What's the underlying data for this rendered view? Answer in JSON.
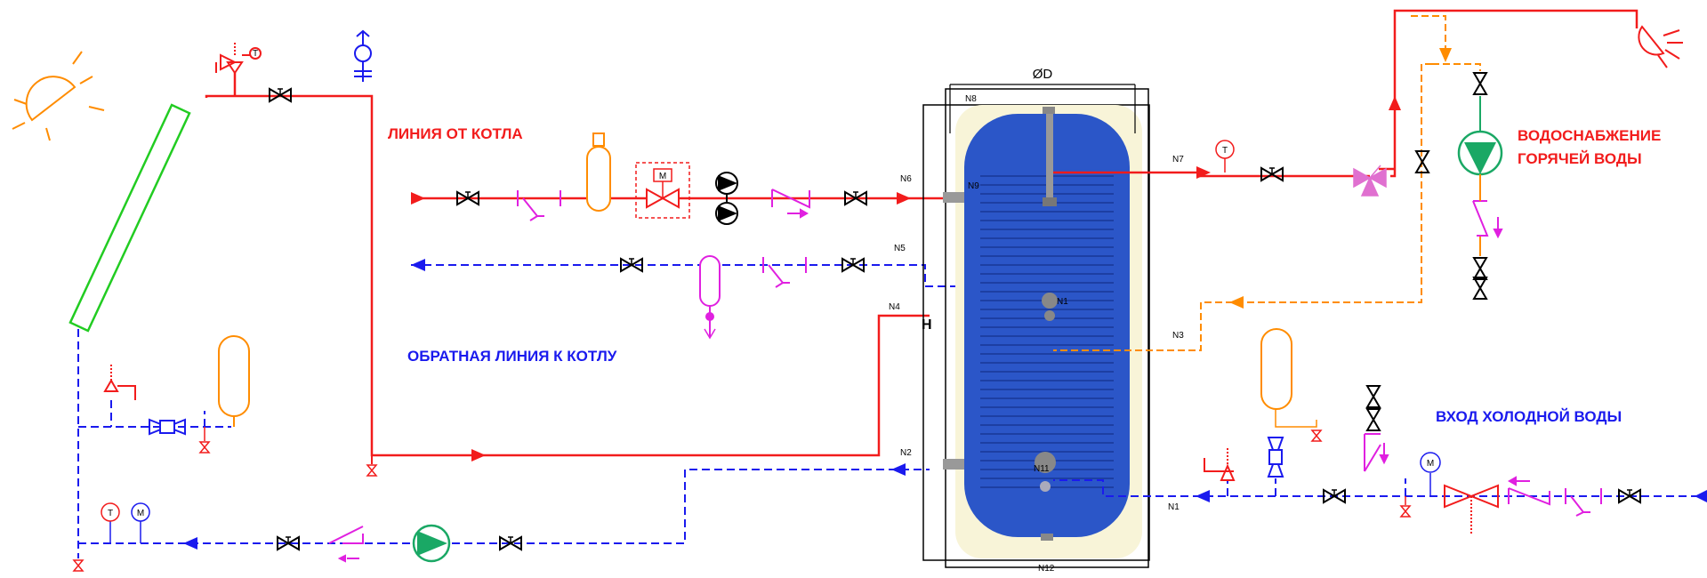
{
  "captions": {
    "supply_line": "ЛИНИЯ ОТ КОТЛА",
    "return_line": "ОБРАТНАЯ ЛИНИЯ К КОТЛУ",
    "hot_water_1": "ВОДОСНАБЖЕНИЕ",
    "hot_water_2": "ГОРЯЧЕЙ ВОДЫ",
    "cold_water": "ВХОД ХОЛОДНОЙ ВОДЫ"
  },
  "dimensions": {
    "diameter": "ØD",
    "height": "H"
  },
  "nozzles": {
    "n1": "N1",
    "n1_inner": "N1",
    "n2": "N2",
    "n3": "N3",
    "n4": "N4",
    "n5": "N5",
    "n6": "N6",
    "n7": "N7",
    "n8": "N8",
    "n9": "N9",
    "n11": "N11",
    "n12": "N12"
  },
  "instruments": {
    "thermometer": "T",
    "manometer": "M",
    "actuator": "M"
  },
  "colors": {
    "supply": "#f21c1c",
    "return": "#1a1aee",
    "circulation": "#ff8c00",
    "tank": "#2b56c8",
    "collector": "#22cc22",
    "pump": "#1aa865",
    "valve_pink": "#e020e0"
  }
}
